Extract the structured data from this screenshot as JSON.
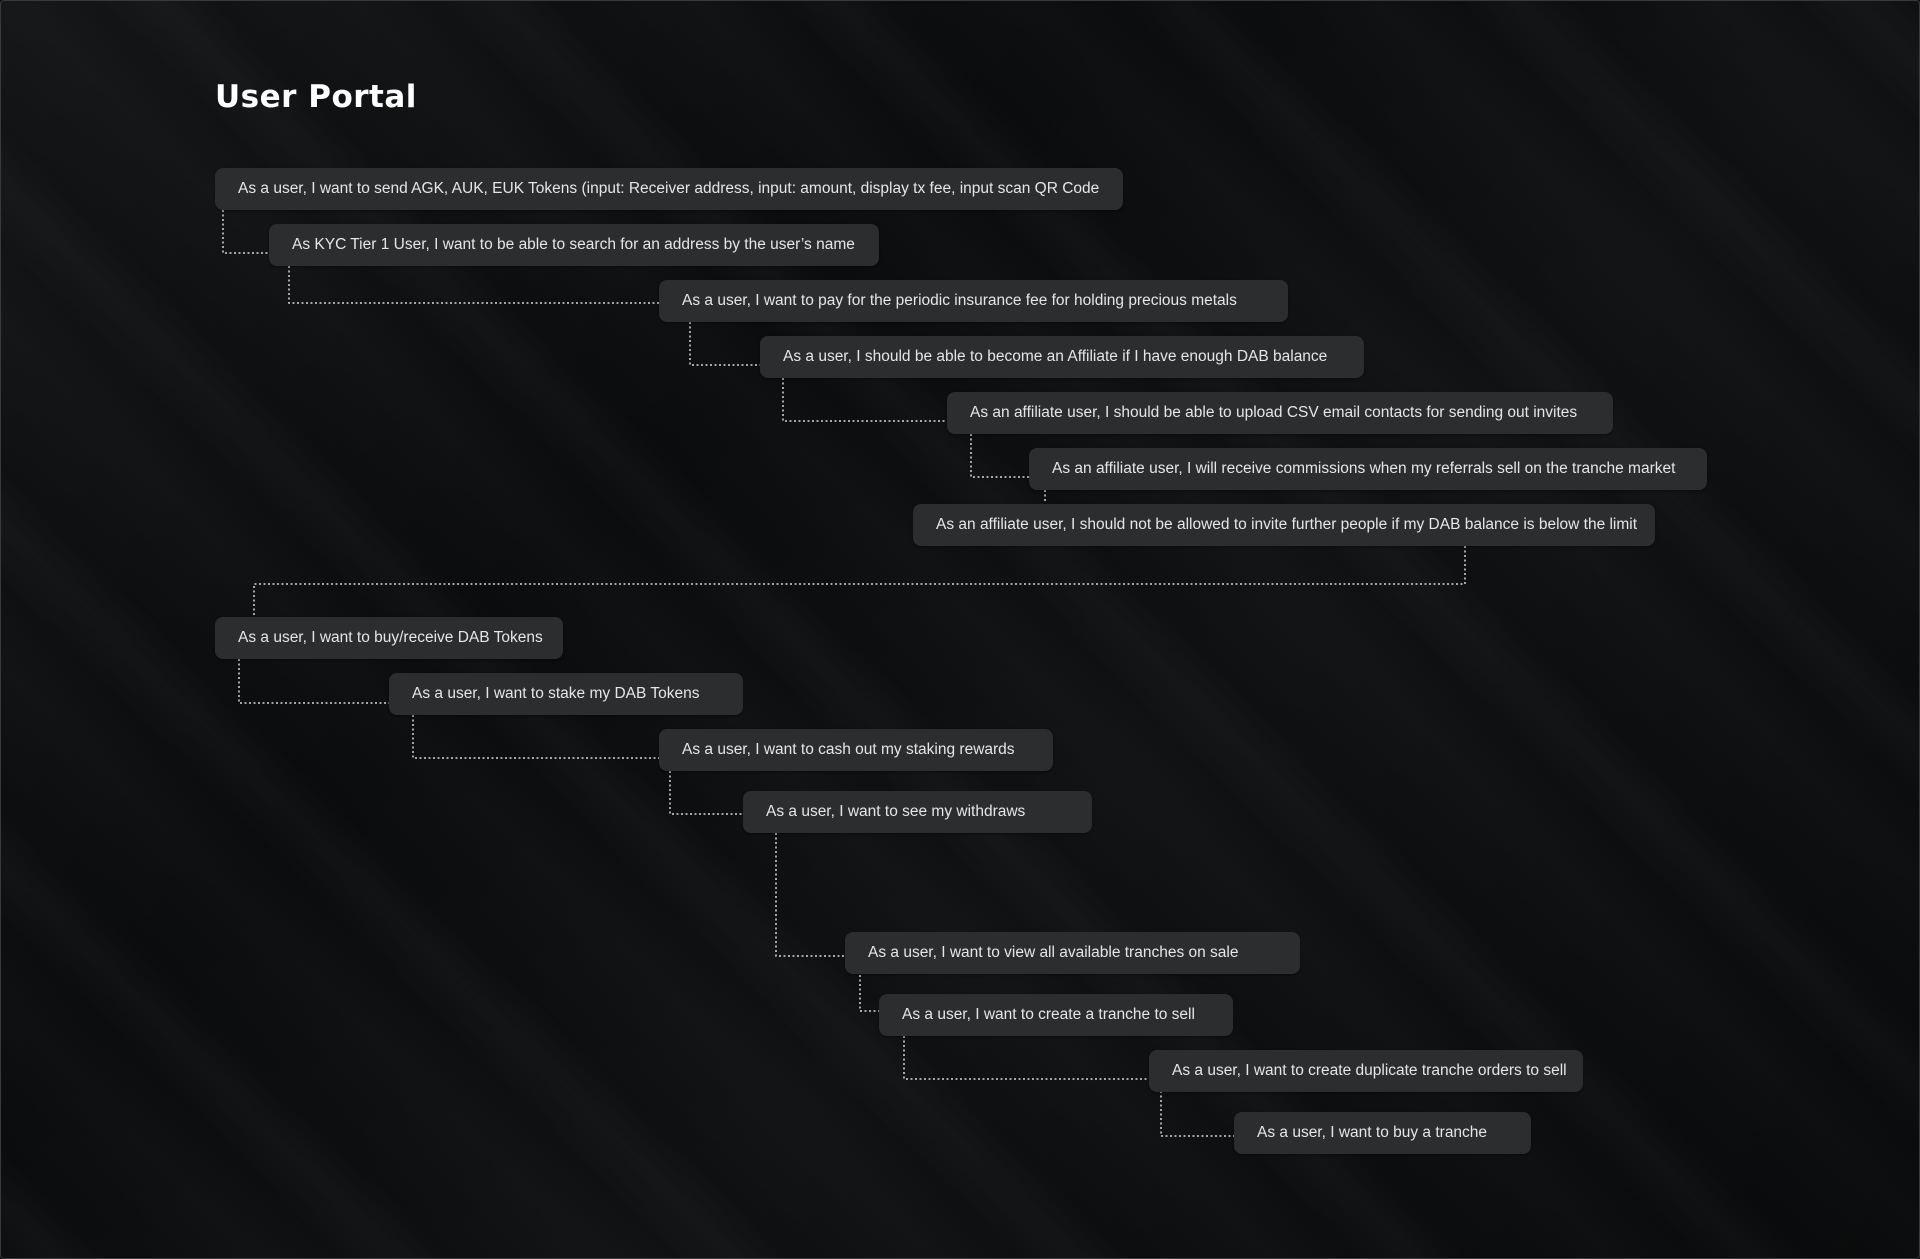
{
  "title": "User Portal",
  "stories": [
    "As a user, I want to send AGK, AUK, EUK Tokens (input: Receiver address, input: amount, display tx fee, input scan QR Code",
    "As KYC Tier 1 User, I want to be able to search for an address by the user’s name",
    "As a user, I want to pay for the periodic insurance fee for holding precious metals",
    "As a user, I should be able to become an Affiliate if I have enough DAB balance",
    "As an affiliate user, I should be able to upload CSV email contacts for sending out invites",
    "As an affiliate user, I will receive commissions when my referrals sell on the tranche market",
    "As an affiliate user, I should not be allowed to invite further people if my DAB balance is below the limit",
    "As a user, I want to buy/receive DAB Tokens",
    "As a user, I want to stake my DAB Tokens",
    "As a user, I want to cash out my staking rewards",
    "As a user, I want to see my withdraws",
    "As a user, I want to view all available tranches on sale",
    "As a user, I want to create a tranche to sell",
    "As a user, I want to create duplicate tranche orders to sell",
    "As a user, I want to buy a tranche"
  ]
}
